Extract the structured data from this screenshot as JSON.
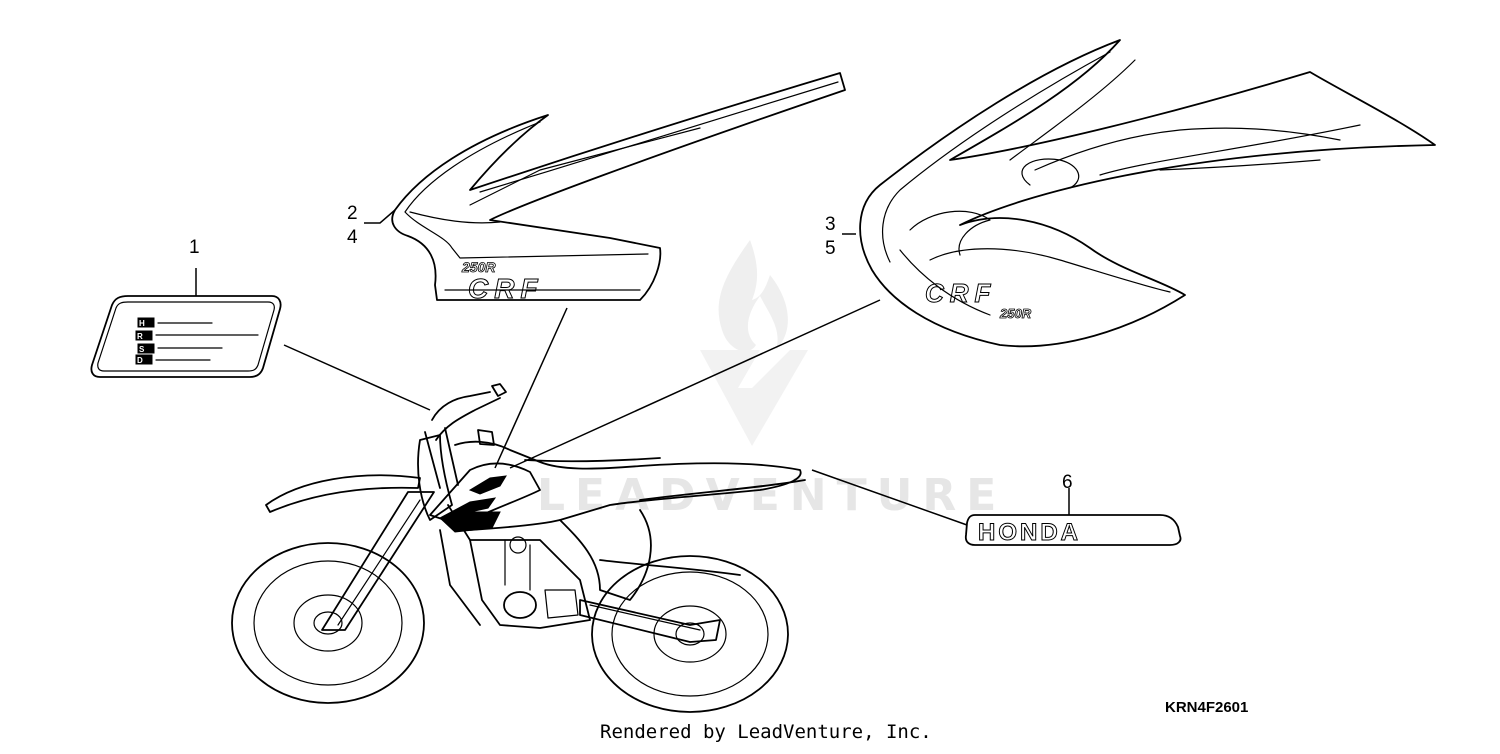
{
  "callouts": {
    "c1": "1",
    "c2": "2",
    "c4": "4",
    "c3": "3",
    "c5": "5",
    "c6": "6"
  },
  "decals": {
    "shroud_model_text": "250R",
    "shroud_brand_text": "CRF",
    "emblem_text": "HONDA",
    "caution_letters": [
      "H",
      "R",
      "S",
      "D"
    ]
  },
  "diagram_code": "KRN4F2601",
  "footer": "Rendered by LeadVenture, Inc.",
  "watermark": "LEADVENTURE"
}
